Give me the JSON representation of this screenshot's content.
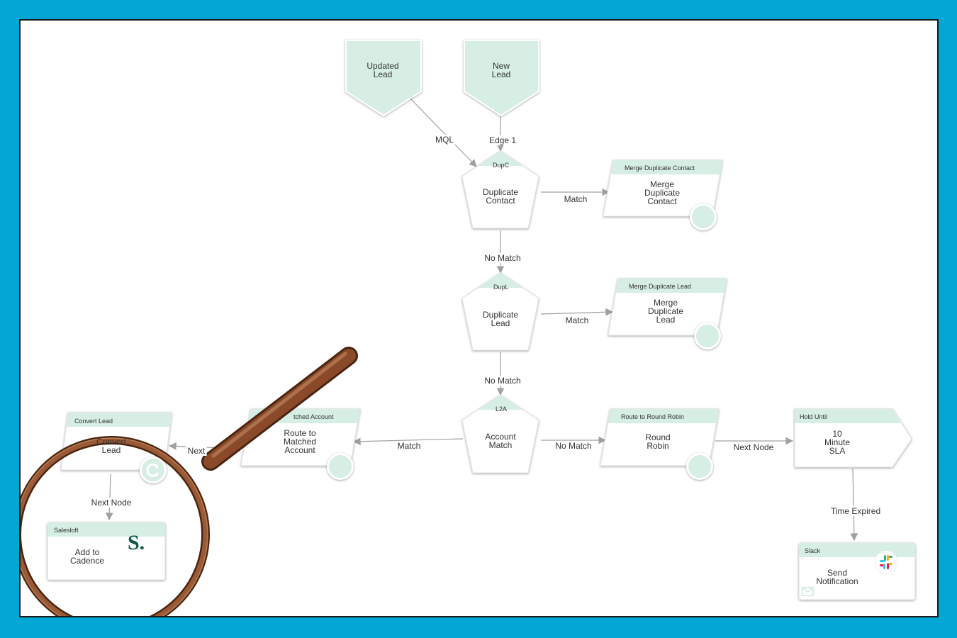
{
  "colors": {
    "frame_bg": "#02a7d6",
    "canvas_bg": "#ffffff",
    "node_fill": "#ffffff",
    "node_header": "#d6eee4",
    "trigger_fill": "#d6eee4",
    "edge": "#9a9a9a",
    "salesloft_green": "#0b5c3c",
    "magnifier_bronze": "#8a4a2a"
  },
  "triggers": {
    "updated_lead": "Updated\nLead",
    "new_lead": "New\nLead"
  },
  "decisions": {
    "dupc": {
      "tag": "DupC",
      "text": "Duplicate\nContact"
    },
    "dupl": {
      "tag": "DupL",
      "text": "Duplicate\nLead"
    },
    "l2a": {
      "tag": "L2A",
      "text": "Account\nMatch"
    }
  },
  "actions": {
    "merge_contact": {
      "header": "Merge Duplicate Contact",
      "text": "Merge Duplicate\nContact",
      "icon": "merge-contact-icon"
    },
    "merge_lead": {
      "header": "Merge Duplicate Lead",
      "text": "Merge Duplicate\nLead",
      "icon": "merge-lead-icon"
    },
    "round_robin": {
      "header": "Route to Round Robin",
      "text": "Round Robin",
      "icon": "group-icon"
    },
    "matched_account": {
      "header": "tched Account",
      "text": "Route to Matched\nAccount",
      "icon": "account-user-icon"
    },
    "convert_lead": {
      "header": "Convert Lead",
      "text": "Convert Lead",
      "icon": "convert-icon"
    },
    "hold_until": {
      "header": "Hold Until",
      "text": "10 Minute SLA"
    },
    "salesloft": {
      "header": "Salesloft",
      "text": "Add to Cadence",
      "logo": "S."
    },
    "slack": {
      "header": "Slack",
      "text": "Send\nNotification",
      "icon": "slack-logo-icon"
    }
  },
  "edges": {
    "mql": "MQL",
    "edge1": "Edge 1",
    "match1": "Match",
    "no_match1": "No Match",
    "match2": "Match",
    "no_match2": "No Match",
    "match3": "Match",
    "no_match3": "No Match",
    "next_node_rr": "Next Node",
    "time_expired": "Time Expired",
    "next_partial": "Next",
    "next_node_convert": "Next Node"
  }
}
